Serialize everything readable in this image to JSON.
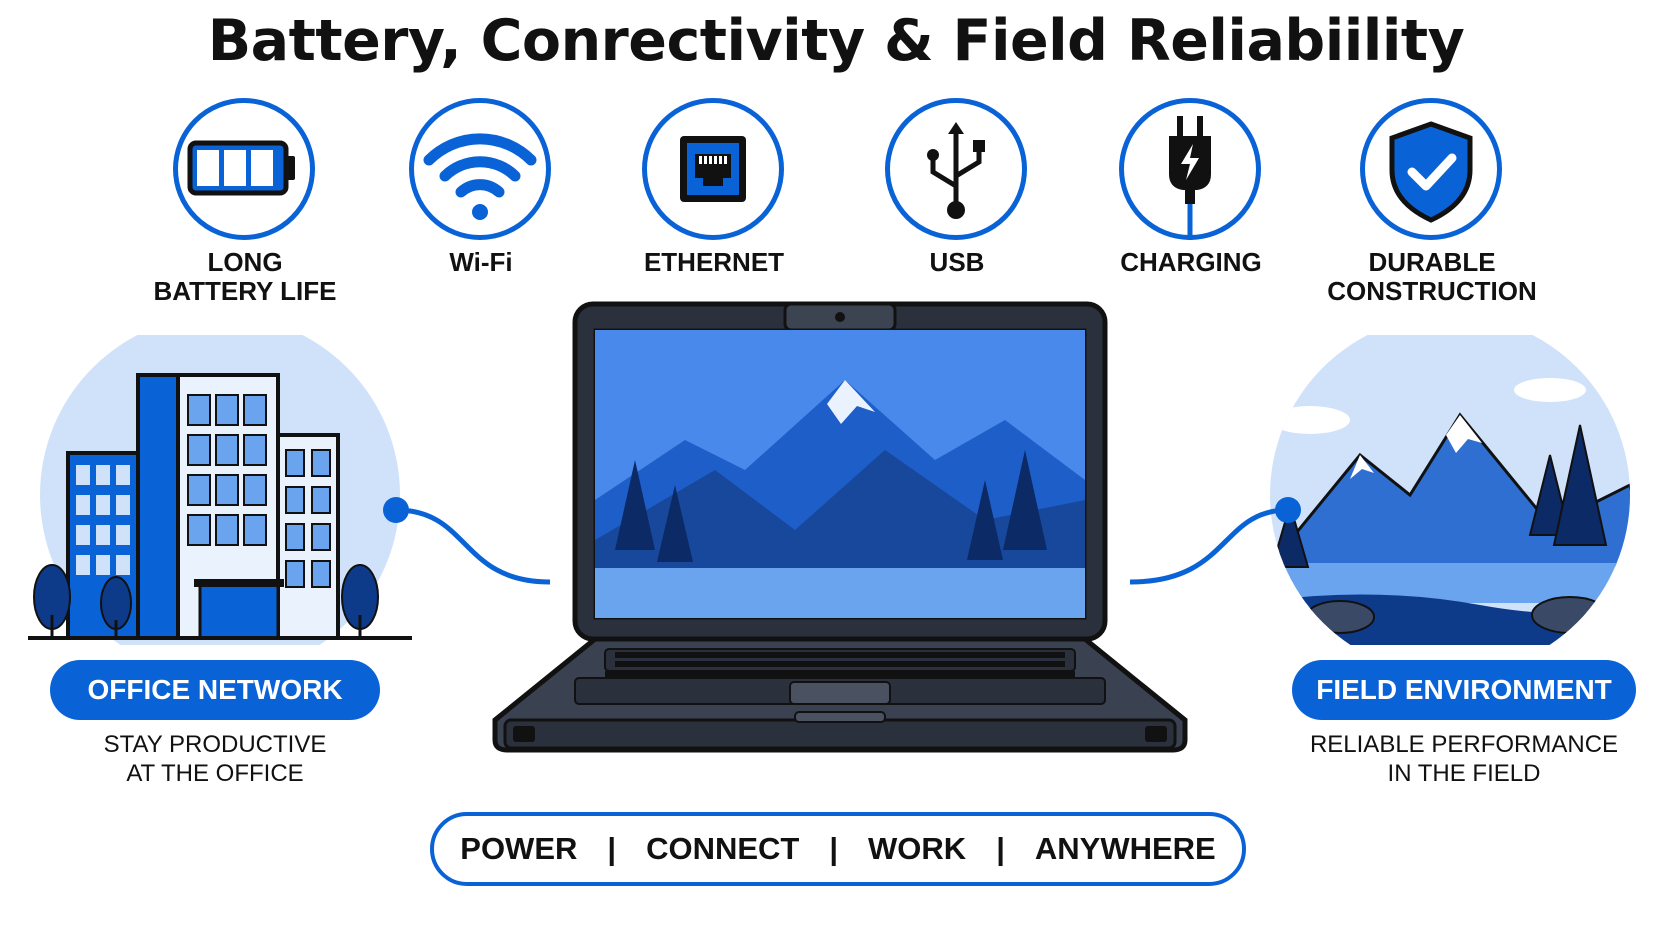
{
  "title": "Battery, Conrectivity & Field Reliabiility",
  "features": [
    {
      "icon": "battery-icon",
      "label_line1": "LONG",
      "label_line2": "BATTERY LIFE"
    },
    {
      "icon": "wifi-icon",
      "label_line1": "Wi-Fi",
      "label_line2": ""
    },
    {
      "icon": "ethernet-icon",
      "label_line1": "ETHERNET",
      "label_line2": ""
    },
    {
      "icon": "usb-icon",
      "label_line1": "USB",
      "label_line2": ""
    },
    {
      "icon": "charging-plug-icon",
      "label_line1": "CHARGING",
      "label_line2": ""
    },
    {
      "icon": "shield-check-icon",
      "label_line1": "DURABLE",
      "label_line2": "CONSTRUCTION"
    }
  ],
  "office": {
    "pill_label": "OFFICE NETWORK",
    "desc_line1": "STAY PRODUCTIVE",
    "desc_line2": "AT THE OFFICE"
  },
  "field": {
    "pill_label": "FIELD ENVIRONMENT",
    "desc_line1": "RELIABLE PERFORMANCE",
    "desc_line2": "IN THE FIELD"
  },
  "tagline": [
    "POWER",
    "CONNECT",
    "WORK",
    "ANYWHERE"
  ],
  "tagline_separator": "|",
  "colors": {
    "accent": "#0a63d6",
    "dark": "#1a1d24",
    "light_blue": "#cfe2fa"
  }
}
